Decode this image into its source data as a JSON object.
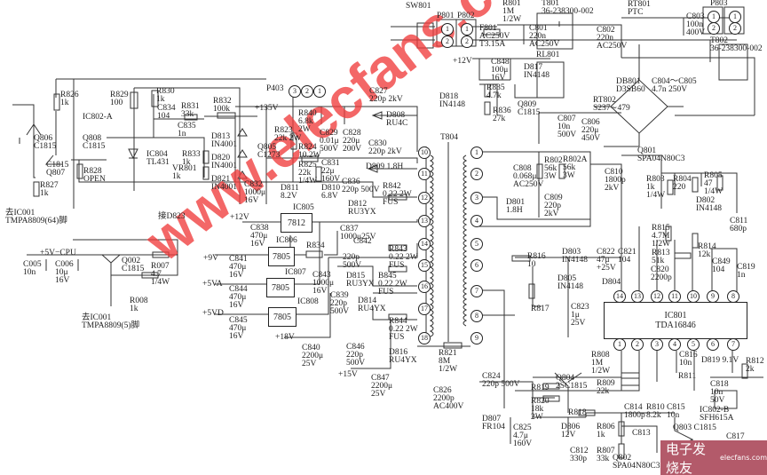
{
  "watermark": "www.elecfans.com",
  "logo": {
    "cn": "电子发烧友",
    "en": "elecfans.com"
  },
  "labels": {
    "R826": [
      "R826",
      "1k"
    ],
    "Q806": [
      "Q806",
      "C1815"
    ],
    "Q807": [
      "C1815",
      "Q807"
    ],
    "R827": [
      "R827",
      "1k"
    ],
    "to_ic001_64": [
      "去IC001",
      "TMPA8809(64)脚"
    ],
    "R829": [
      "R829",
      "100"
    ],
    "IC802A": [
      "IC802-A"
    ],
    "R830": [
      "R830",
      "1k"
    ],
    "C834": [
      "C834",
      "104"
    ],
    "R831": [
      "R831",
      "33k"
    ],
    "R832": [
      "R832",
      "100k"
    ],
    "C835": [
      "C835",
      "1n"
    ],
    "Q808": [
      "Q808",
      "C1815"
    ],
    "IC804": [
      "IC804",
      "TL431"
    ],
    "R828": [
      "R828",
      "OPEN"
    ],
    "D813": [
      "D813",
      "IN4001"
    ],
    "D820": [
      "D820",
      "IN4001"
    ],
    "D821": [
      "D821",
      "IN4001"
    ],
    "R833": [
      "R833",
      "1k"
    ],
    "VR801": [
      "VR801",
      "1k"
    ],
    "C832": [
      "C832",
      "1000μ",
      "16V"
    ],
    "to_d823": [
      "接D823"
    ],
    "P403": [
      "P403"
    ],
    "v135": [
      "+135V"
    ],
    "R840": [
      "R840",
      "6.8k",
      "2W"
    ],
    "C829": [
      "C829",
      "0.01μ",
      "500V"
    ],
    "C828": [
      "C828",
      "220μ",
      "200V"
    ],
    "R823": [
      "R823",
      "22k 2W"
    ],
    "Q805": [
      "Q805",
      "C1273"
    ],
    "R824": [
      "R824",
      "10.2W"
    ],
    "R825": [
      "R825",
      "22k",
      "1/4W"
    ],
    "C831": [
      "C831",
      "22μ",
      "160V"
    ],
    "D811": [
      "D811",
      "8.2V"
    ],
    "D810": [
      "D810",
      "6.8V"
    ],
    "C836": [
      "C836",
      "220p 500V"
    ],
    "C827": [
      "C827",
      "220p 2kV"
    ],
    "D808": [
      "D808",
      "RU4C"
    ],
    "C830": [
      "C830",
      "220p 2kV"
    ],
    "D809": [
      "D809  1.8H"
    ],
    "R842": [
      "R842",
      "0.22 2W",
      "FUS"
    ],
    "IC805": [
      "IC805"
    ],
    "v12a": [
      "+12V"
    ],
    "D812": [
      "D812",
      "RU3YX"
    ],
    "C837": [
      "C837",
      "1000μ25V"
    ],
    "C838": [
      "C838",
      "470μ",
      "16V"
    ],
    "IC806": [
      "IC806"
    ],
    "R834": [
      "R834"
    ],
    "v9": [
      "+9V"
    ],
    "C841": [
      "C841",
      "470μ",
      "16V"
    ],
    "C842": [
      "C842"
    ],
    "C842v": [
      "220p",
      "500V"
    ],
    "C843": [
      "C843",
      "1000μ",
      "16V"
    ],
    "D815": [
      "D815",
      "RU3YX"
    ],
    "B845": [
      "B845",
      "0.22 2W",
      "FUS"
    ],
    "IC807": [
      "IC807"
    ],
    "v5va": [
      "+5VA"
    ],
    "C844": [
      "C844",
      "470μ",
      "16V"
    ],
    "IC808": [
      "IC808"
    ],
    "v5vd": [
      "+5VD"
    ],
    "C845": [
      "C845",
      "470μ",
      "16V"
    ],
    "C839": [
      "C839",
      "220p",
      "500V"
    ],
    "D814": [
      "D814",
      "RU4YX"
    ],
    "R843": [
      "R843",
      "0.22 2W",
      "FUS"
    ],
    "R844": [
      "R844",
      "0.22 2W",
      "FUS"
    ],
    "v18": [
      "+18V"
    ],
    "C840": [
      "C840",
      "2200μ",
      "25V"
    ],
    "C846": [
      "C846",
      "220p",
      "500V"
    ],
    "D816": [
      "D816",
      "RU4YX"
    ],
    "v15": [
      "+15V"
    ],
    "C847": [
      "C847",
      "2200μ",
      "25V"
    ],
    "v5cpu": [
      "+5V−CPU"
    ],
    "C005": [
      "C005",
      "10n"
    ],
    "C006": [
      "C006",
      "10μ",
      "16V"
    ],
    "Q002": [
      "Q002",
      "C1815"
    ],
    "R007": [
      "R007",
      "4.7",
      "1/4W"
    ],
    "R008": [
      "R008",
      "1k"
    ],
    "to_ic001_5": [
      "去IC001",
      "TMPA8809(5)脚"
    ],
    "SW801": [
      "SW801"
    ],
    "P801": [
      "P801"
    ],
    "P802": [
      "P802"
    ],
    "R801": [
      "R801",
      "1M",
      "1/2W"
    ],
    "F801": [
      "F801",
      "AC250V",
      "T3.15A"
    ],
    "T801": [
      "T801",
      "36-238300-002"
    ],
    "C801": [
      "C801",
      "220n",
      "AC250V"
    ],
    "C802": [
      "C802",
      "220n",
      "AC250V"
    ],
    "RT801": [
      "RT801",
      "PTC"
    ],
    "C803": [
      "C803",
      "100n",
      "400V"
    ],
    "P803": [
      "P803"
    ],
    "T802": [
      "T802",
      "36-238300-002"
    ],
    "v12b": [
      "+12V"
    ],
    "C848": [
      "C848",
      "100μ",
      "16V"
    ],
    "RL801": [
      "RL801"
    ],
    "D817": [
      "D817",
      "IN4148"
    ],
    "R835": [
      "R835",
      "4.7k"
    ],
    "D818": [
      "D818",
      "IN4148"
    ],
    "R836": [
      "R836",
      "27k"
    ],
    "Q809": [
      "Q809",
      "C1815"
    ],
    "DB801": [
      "DB801",
      "D3SB60"
    ],
    "C804_805": [
      "C804～C805",
      "4.7n 250V"
    ],
    "RT802": [
      "RT802",
      "S237∼479"
    ],
    "C807": [
      "C807",
      "10n",
      "500V"
    ],
    "C806": [
      "C806",
      "220μ",
      "450V"
    ],
    "Q801": [
      "Q801",
      "SPA04N80C3"
    ],
    "T804": [
      "T804"
    ],
    "C808": [
      "C808",
      "0.068μ",
      "AC250V"
    ],
    "R802": [
      "R802",
      "56k",
      "3W"
    ],
    "R802A": [
      "R802A",
      "56k",
      "3W"
    ],
    "C810": [
      "C810",
      "1800p",
      "2kV"
    ],
    "R803": [
      "R803",
      "1k",
      "1/4W"
    ],
    "R804": [
      "R804",
      "220"
    ],
    "R805": [
      "R805",
      "47",
      "1/4W"
    ],
    "D802": [
      "D802",
      "IN4148"
    ],
    "C811": [
      "C811",
      "680p"
    ],
    "D801": [
      "D801",
      "1.8H"
    ],
    "C809": [
      "C809",
      "220p",
      "2kV"
    ],
    "R815": [
      "R815",
      "4.7M",
      "1/2W"
    ],
    "R814": [
      "R814",
      "12k"
    ],
    "R813": [
      "R813",
      "51k"
    ],
    "C820": [
      "C820",
      "2200p"
    ],
    "C849": [
      "C849",
      "104"
    ],
    "C819": [
      "C819",
      "1n"
    ],
    "R816": [
      "R816",
      "10"
    ],
    "D803": [
      "D803",
      "IN4148"
    ],
    "C822": [
      "C822",
      "47μ",
      "+25V"
    ],
    "C821": [
      "C821",
      "104"
    ],
    "D805": [
      "D805",
      "IN4148"
    ],
    "D804": [
      "D804"
    ],
    "R817": [
      "R817"
    ],
    "C823": [
      "C823",
      "1μ",
      "25V"
    ],
    "R808": [
      "R808",
      "1M",
      "1/2W"
    ],
    "R809": [
      "R809",
      "22k"
    ],
    "C816": [
      "C816",
      "10n"
    ],
    "D819": [
      "D819 9.1V"
    ],
    "R812": [
      "R812",
      "2k"
    ],
    "R811": [
      "R811"
    ],
    "C818": [
      "C818",
      "10n",
      "50V"
    ],
    "IC802B": [
      "IC802-B",
      "SFH615A"
    ],
    "C814": [
      "C814",
      "1800p"
    ],
    "R810": [
      "R810",
      "8.2k"
    ],
    "C815": [
      "C815",
      "10n"
    ],
    "C824": [
      "C824",
      "220p 500V"
    ],
    "Q804": [
      "Q804",
      "2SC1815"
    ],
    "R819": [
      "R819"
    ],
    "R820": [
      "R820",
      "18k",
      "2W"
    ],
    "R818": [
      "R818"
    ],
    "D806": [
      "D806",
      "12V"
    ],
    "D807": [
      "D807",
      "FR104"
    ],
    "C825": [
      "C825",
      "4.7μ",
      "160V"
    ],
    "R806": [
      "R806",
      "1k"
    ],
    "C813": [
      "C813"
    ],
    "Q803": [
      "Q803  C1815"
    ],
    "C817": [
      "C817"
    ],
    "C812": [
      "C812",
      "330p"
    ],
    "R807": [
      "R807",
      "33k"
    ],
    "Q802": [
      "Q802",
      "SPA04N80C3"
    ],
    "R821": [
      "R821",
      "8M",
      "1/2W"
    ],
    "C826": [
      "C826",
      "2200p",
      "AC400V"
    ]
  },
  "boxes": {
    "ic805": "7812",
    "ic806": "7805",
    "ic807": "7805",
    "ic808": "7805",
    "ic801": [
      "IC801",
      "TDA16846"
    ]
  },
  "pins": {
    "p403": [
      "3",
      "2",
      "1"
    ],
    "p801": [
      "1",
      "2"
    ],
    "p802": [
      "1",
      "2"
    ],
    "p803a": [
      "1",
      "2"
    ],
    "p803b": [
      "1",
      "2"
    ],
    "t804_left": [
      "10",
      "11",
      "12",
      "13",
      "14",
      "15",
      "16",
      "17",
      "18"
    ],
    "t804_right": [
      "1",
      "2",
      "3",
      "4",
      "5",
      "6",
      "7",
      "8",
      "9"
    ],
    "ic801_top": [
      "14",
      "13",
      "12",
      "11",
      "10",
      "9",
      "8"
    ],
    "ic801_bottom": [
      "1",
      "2",
      "3",
      "4",
      "5",
      "6",
      "7"
    ]
  }
}
